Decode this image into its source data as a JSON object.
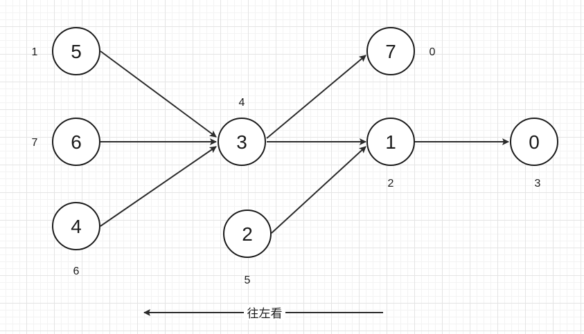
{
  "nodes": [
    {
      "id": "5",
      "label": "5",
      "side_value": "1"
    },
    {
      "id": "6",
      "label": "6",
      "side_value": "7"
    },
    {
      "id": "4",
      "label": "4",
      "side_value": "6"
    },
    {
      "id": "3",
      "label": "3",
      "side_value": "4"
    },
    {
      "id": "2",
      "label": "2",
      "side_value": "5"
    },
    {
      "id": "7",
      "label": "7",
      "side_value": "0"
    },
    {
      "id": "1",
      "label": "1",
      "side_value": "2"
    },
    {
      "id": "0",
      "label": "0",
      "side_value": "3"
    }
  ],
  "edges": [
    {
      "from": "5",
      "to": "3"
    },
    {
      "from": "6",
      "to": "3"
    },
    {
      "from": "4",
      "to": "3"
    },
    {
      "from": "3",
      "to": "7"
    },
    {
      "from": "3",
      "to": "1"
    },
    {
      "from": "2",
      "to": "1"
    },
    {
      "from": "1",
      "to": "0"
    }
  ],
  "caption": {
    "text": "往左看",
    "arrow_direction": "left"
  },
  "colors": {
    "stroke": "#1a1a1a",
    "grid": "#e4e4e4",
    "background": "#ffffff"
  }
}
